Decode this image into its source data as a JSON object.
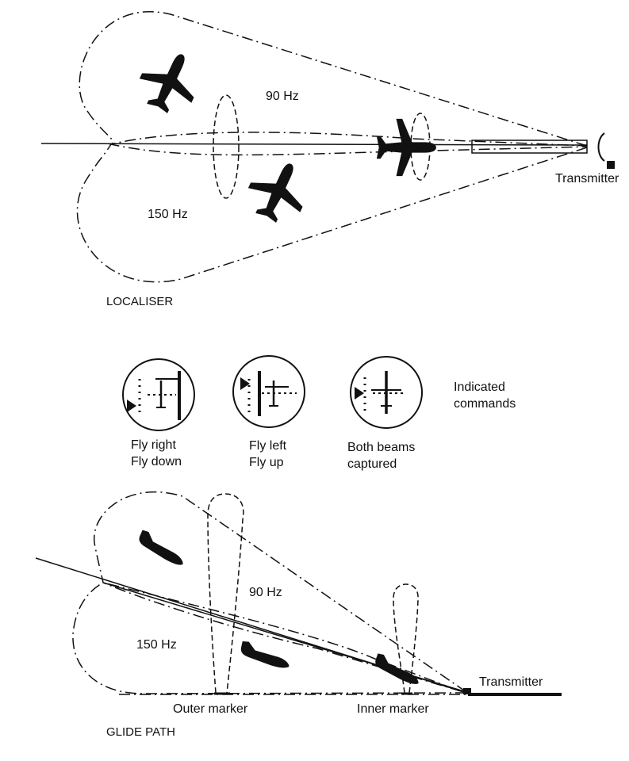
{
  "localiser": {
    "title": "LOCALISER",
    "upper_lobe": "90 Hz",
    "lower_lobe": "150 Hz",
    "transmitter": "Transmitter"
  },
  "indicators": {
    "heading": [
      "Indicated",
      "commands"
    ],
    "items": [
      {
        "line1": "Fly right",
        "line2": "Fly down"
      },
      {
        "line1": "Fly left",
        "line2": "Fly up"
      },
      {
        "line1": "Both beams",
        "line2": "captured"
      }
    ]
  },
  "glide_path": {
    "title": "GLIDE PATH",
    "upper_lobe": "90 Hz",
    "lower_lobe": "150 Hz",
    "transmitter": "Transmitter",
    "outer_marker": "Outer marker",
    "inner_marker": "Inner marker"
  },
  "colors": {
    "ink": "#111111",
    "background": "#ffffff"
  }
}
